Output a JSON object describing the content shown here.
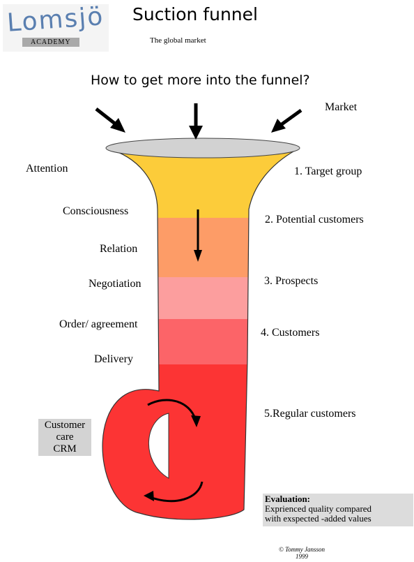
{
  "logo": {
    "word": "Lomsjö",
    "sub": "ACADEMY"
  },
  "header": {
    "title": "Suction  funnel",
    "subtitle": "The global market"
  },
  "question": "How to get more into the funnel?",
  "market": "Market",
  "left_labels": [
    "Attention",
    "Consciousness",
    "Relation",
    "Negotiation",
    "Order/ agreement",
    "Delivery"
  ],
  "right_labels": [
    "1. Target group",
    "2. Potential customers",
    "3. Prospects",
    "4. Customers",
    "5.Regular customers"
  ],
  "crm_box": [
    "Customer",
    "care",
    "CRM"
  ],
  "evaluation": {
    "title": "Evaluation:",
    "lines": [
      "Exprienced quality compared",
      "with exspected -added values"
    ]
  },
  "copyright": [
    "© Tommy Jansson",
    "1999"
  ],
  "colors": {
    "band1": "#fccc3a",
    "band2": "#fd9c67",
    "band3": "#fc9e9e",
    "band4": "#fc6468",
    "band5": "#fc3434",
    "rim": "#d2d2d2"
  }
}
